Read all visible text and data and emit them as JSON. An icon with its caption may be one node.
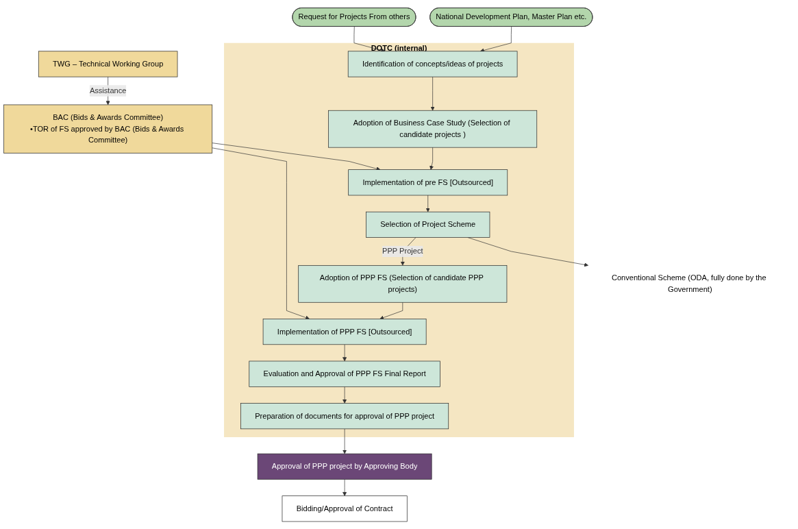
{
  "diagram": {
    "nodes": [
      {
        "text": [
          "National Development Plan, Master Plan etc."
        ]
      },
      {
        "text": [
          "Request for Projects From others"
        ]
      },
      {
        "text": [
          "DOTC (internal)"
        ]
      },
      {
        "text": [
          "Identification of concepts/ideas of projects"
        ],
        "in": 2
      },
      {
        "text": [
          "Adoption of Business Case Study (Selection of candidate projects )"
        ],
        "in": 2
      },
      {
        "text": [
          "Implementation of pre FS [Outsourced]"
        ],
        "in": 2
      },
      {
        "text": [
          "Selection of Project Scheme"
        ],
        "in": 2
      },
      {
        "text": [
          "Adoption of PPP FS (Selection of candidate PPP projects)"
        ],
        "in": 2
      },
      {
        "text": [
          "Implementation of PPP FS [Outsourced]"
        ],
        "in": 2
      },
      {
        "text": [
          "Evaluation and Approval of PPP FS Final Report"
        ],
        "in": 2
      },
      {
        "text": [
          "Preparation of documents for approval of PPP project"
        ],
        "in": 2
      },
      {
        "text": [
          "Approval of PPP project by Approving Body"
        ]
      },
      {
        "text": [
          "Bidding/Approval of Contract"
        ]
      },
      {
        "text": [
          "BAC (Bids & Awards Committee)",
          "•TOR of FS approved by BAC (Bids & Awards Committee)"
        ]
      },
      {
        "text": [
          "TWG – Technical Working Group"
        ]
      },
      {
        "text": [
          "Conventional Scheme (ODA, fully done by the Government)"
        ]
      }
    ],
    "edges": [
      {
        "from": 0,
        "to": 3,
        "arrow": "to"
      },
      {
        "from": 1,
        "to": 3,
        "arrow": "to"
      },
      {
        "from": 3,
        "to": 4,
        "arrow": "to"
      },
      {
        "from": 4,
        "to": 5,
        "arrow": "to"
      },
      {
        "from": 5,
        "to": 6,
        "arrow": "to"
      },
      {
        "from": 6,
        "to": 7,
        "arrow": "to",
        "label": "PPP Project"
      },
      {
        "from": 7,
        "to": 8,
        "arrow": "to"
      },
      {
        "from": 8,
        "to": 9,
        "arrow": "to"
      },
      {
        "from": 9,
        "to": 10,
        "arrow": "to"
      },
      {
        "from": 10,
        "to": 11,
        "arrow": "to"
      },
      {
        "from": 11,
        "to": 12,
        "arrow": "to"
      },
      {
        "from": 13,
        "to": 5,
        "arrow": "to"
      },
      {
        "from": 13,
        "to": 8,
        "arrow": "to"
      },
      {
        "from": 14,
        "to": 13,
        "arrow": "to",
        "label": "Assistance"
      },
      {
        "from": 6,
        "to": 15,
        "arrow": "to"
      }
    ]
  }
}
